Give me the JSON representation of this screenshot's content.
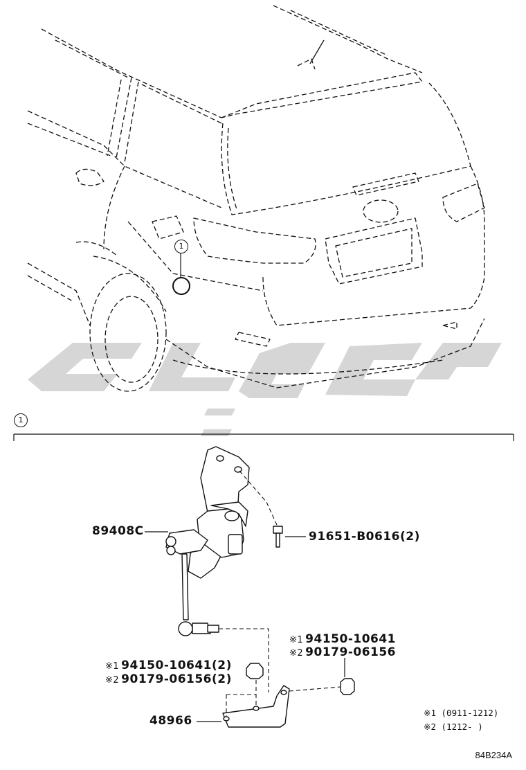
{
  "diagram": {
    "callout_number": "1",
    "section_callout": "1",
    "parts": {
      "sensor": "89408C",
      "bolt": "91651-B0616(2)",
      "nut_left_1": "94150-10641(2)",
      "nut_left_2": "90179-06156(2)",
      "nut_right_1": "94150-10641",
      "nut_right_2": "90179-06156",
      "bracket": "48966"
    },
    "marks": {
      "m1": "※1",
      "m2": "※2"
    },
    "notes": {
      "note1": "※1 (0911-1212)",
      "note2": "※2 (1212-     )"
    },
    "drawing_code": "84B234A"
  }
}
